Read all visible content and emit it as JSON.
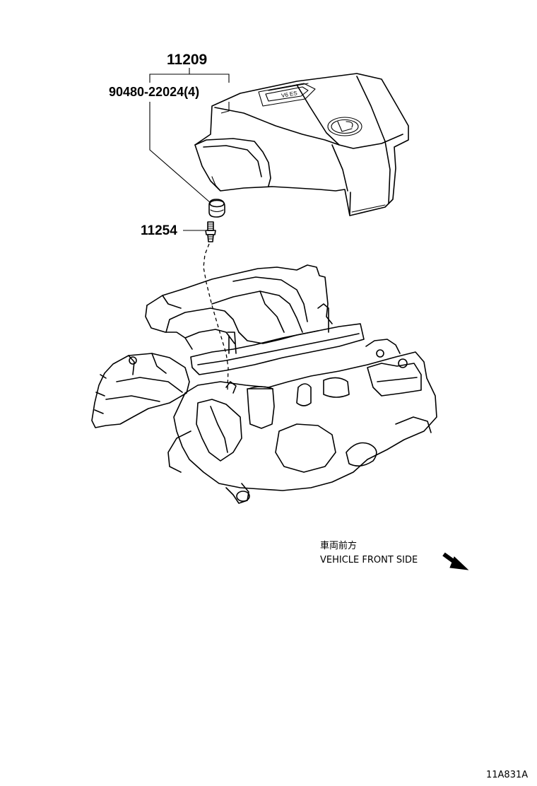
{
  "parts": {
    "engine_cover": "11209",
    "cover_grommet": "90480-22024(4)",
    "stud_bolt": "11254"
  },
  "orientation": {
    "label_ja": "車両前方",
    "label_en": "VEHICLE FRONT SIDE"
  },
  "illustration_code": "11A831A",
  "emblem_text": "V6 ES",
  "icons": [
    "engine-cover-illustration",
    "grommet-icon",
    "stud-bolt-icon",
    "engine-block-illustration",
    "front-direction-arrow-icon"
  ]
}
